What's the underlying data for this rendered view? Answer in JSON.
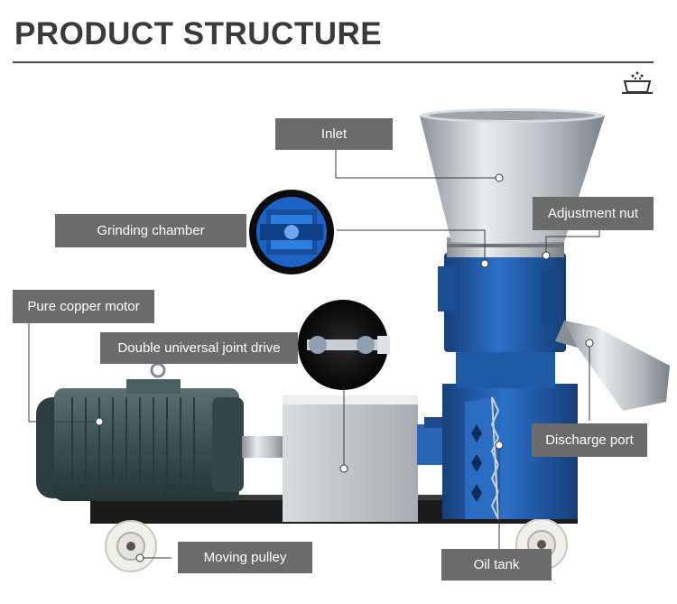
{
  "header": {
    "title": "PRODUCT STRUCTURE"
  },
  "callouts": {
    "inlet": "Inlet",
    "grinding_chamber": "Grinding chamber",
    "adjustment_nut": "Adjustment nut",
    "pure_copper_motor": "Pure copper motor",
    "double_joint": "Double universal joint drive",
    "discharge_port": "Discharge port",
    "moving_pulley": "Moving pulley",
    "oil_tank": "Oil tank"
  },
  "colors": {
    "callout_bg": "#6b6b6b",
    "machine_blue": "#1e5fb0",
    "motor_green": "#3f5656",
    "steel": "#c4c7ca"
  },
  "icons": {
    "logo": "brand-mark-icon"
  }
}
